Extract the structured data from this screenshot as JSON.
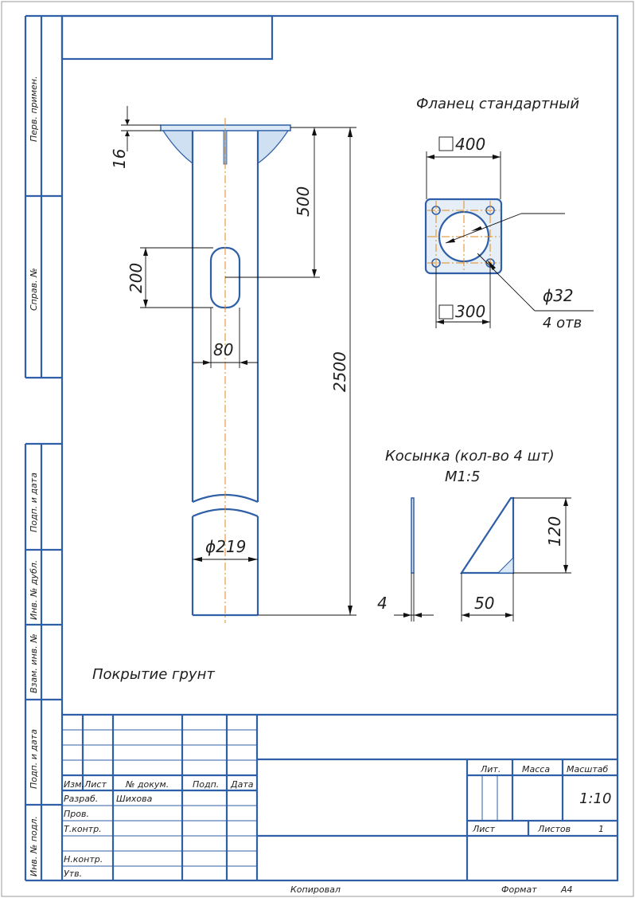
{
  "side_stamp": {
    "perv_primen": "Перв. примен.",
    "sprav_no": "Справ. №",
    "podp_data_1": "Подп. и дата",
    "inv_dubl": "Инв. № дубл.",
    "vzam_inv": "Взам. инв. №",
    "podp_data_2": "Подп. и дата",
    "inv_podl": "Инв. № подл."
  },
  "pole": {
    "dim_flange_thickness": "16",
    "dim_slot_offset": "500",
    "dim_slot_height": "200",
    "dim_slot_width": "80",
    "dim_total_length": "2500",
    "dim_diameter": "ϕ219"
  },
  "flange": {
    "title": "Фланец стандартный",
    "dim_outer": "400",
    "dim_holes": "300",
    "dim_hole_diameter": "ϕ32",
    "dim_hole_count": "4 отв"
  },
  "gusset": {
    "title": "Косынка (кол-во 4 шт)",
    "scale": "М1:5",
    "dim_thickness": "4",
    "dim_width": "50",
    "dim_height": "120"
  },
  "note": "Покрытие грунт",
  "title_block": {
    "col_izm": "Изм.",
    "col_list": "Лист",
    "col_doc": "№ докум.",
    "col_podp": "Подп.",
    "col_data": "Дата",
    "row_razrab": "Разраб.",
    "razrab_name": "Шихова",
    "row_prov": "Пров.",
    "row_tkontr": "Т.контр.",
    "row_nkontr": "Н.контр.",
    "row_utv": "Утв.",
    "lit": "Лит.",
    "massa": "Масса",
    "masshtab": "Масштаб",
    "scale_value": "1:10",
    "list": "Лист",
    "listov": "Листов",
    "listov_value": "1"
  },
  "footer": {
    "kopiroval": "Копировал",
    "format": "Формат",
    "format_value": "А4"
  }
}
